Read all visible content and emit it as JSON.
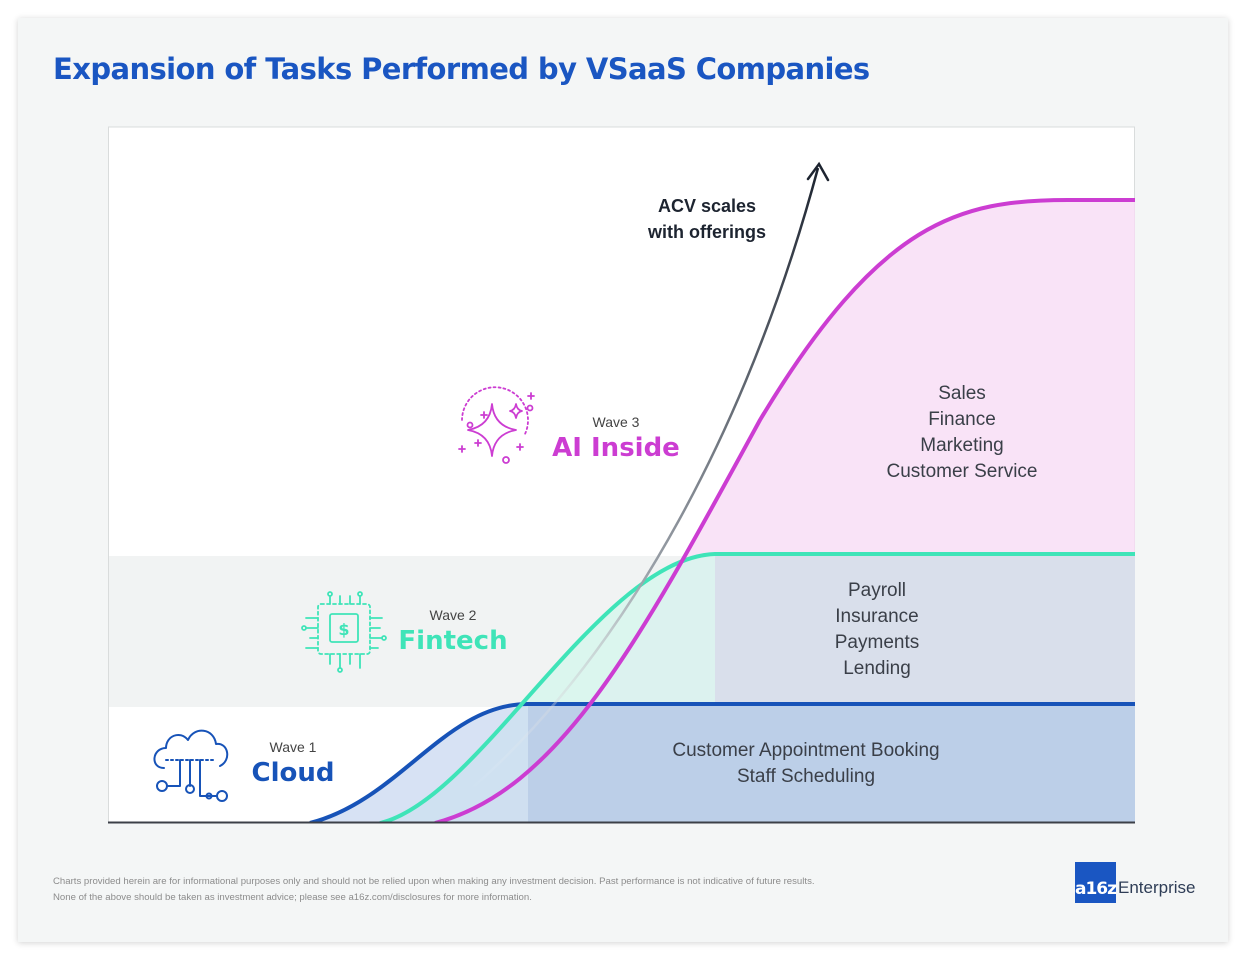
{
  "title": "Expansion of Tasks Performed by VSaaS Companies",
  "arrow_label": [
    "ACV scales",
    "with offerings"
  ],
  "waves": [
    {
      "wave_label": "Wave 1",
      "name": "Cloud",
      "tasks": [
        "Customer Appointment Booking",
        "Staff Scheduling"
      ],
      "color": "#1753b8",
      "icon": "cloud-network-icon"
    },
    {
      "wave_label": "Wave 2",
      "name": "Fintech",
      "tasks": [
        "Payroll",
        "Insurance",
        "Payments",
        "Lending"
      ],
      "color": "#3fe4b8",
      "icon": "dollar-chip-icon"
    },
    {
      "wave_label": "Wave 3",
      "name": "AI Inside",
      "tasks": [
        "Sales",
        "Finance",
        "Marketing",
        "Customer Service"
      ],
      "color": "#cc3dd2",
      "icon": "sparkles-icon"
    }
  ],
  "footer": [
    "Charts provided herein are for informational purposes only and should not be relied upon when making any investment decision. Past performance is not indicative of future results.",
    "None of the above should be taken as investment advice; please see a16z.com/disclosures for more information."
  ],
  "brand": {
    "logo": "a16z",
    "name": "Enterprise"
  }
}
